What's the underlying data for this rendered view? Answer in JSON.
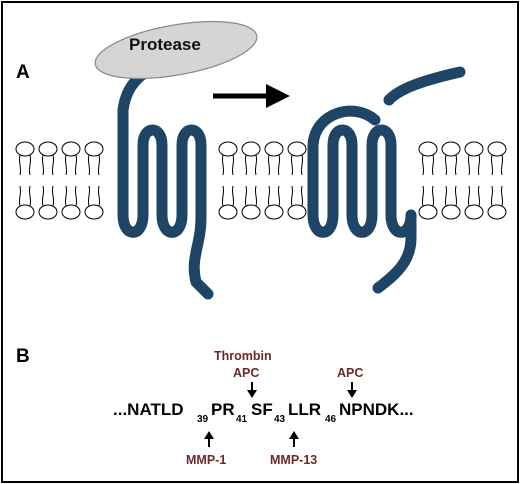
{
  "panel_a": {
    "label": "A",
    "protease_label": "Protease"
  },
  "panel_b": {
    "label": "B",
    "sequence_parts": [
      {
        "text": "...NATLD",
        "sub": "39"
      },
      {
        "text": "PR",
        "sub": "41"
      },
      {
        "text": "SF",
        "sub": "43"
      },
      {
        "text": "LLR",
        "sub": "46"
      },
      {
        "text": "NPNDK...",
        "sub": ""
      }
    ],
    "cleavage_above": [
      {
        "lines": [
          "Thrombin",
          "APC"
        ]
      },
      {
        "lines": [
          "APC"
        ]
      }
    ],
    "cleavage_below": [
      {
        "label": "MMP-1"
      },
      {
        "label": "MMP-13"
      }
    ]
  },
  "colors": {
    "receptor": "#1e4566",
    "protease_fill": "#d5d5d5",
    "protease_stroke": "#8a8a8a",
    "enzyme_text": "#6b2a2a",
    "arrow": "#000000"
  }
}
